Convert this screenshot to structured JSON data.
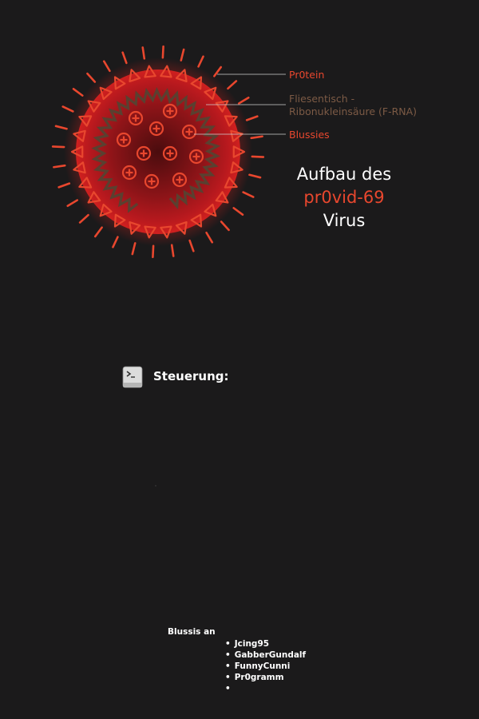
{
  "diagram": {
    "labels": {
      "protein": "Pr0tein",
      "rna_line1": "Fliesentisch -",
      "rna_line2": "Ribonukleinsäure (F-RNA)",
      "blussies": "Blussies"
    },
    "title": {
      "line1": "Aufbau des",
      "line2": "pr0vid-69",
      "line3": "Virus"
    },
    "colors": {
      "accent": "#e8472e",
      "rna": "#5a4030",
      "label_muted": "#7c5a45",
      "background": "#1b1a1b",
      "core": "#a8161c"
    }
  },
  "controls": {
    "icon": "terminal-icon",
    "heading": "Steuerung:"
  },
  "blussis": {
    "heading": "Blussis an",
    "items": [
      "Jcing95",
      "GabberGundalf",
      "FunnyCunni",
      "Pr0gramm",
      ""
    ]
  }
}
